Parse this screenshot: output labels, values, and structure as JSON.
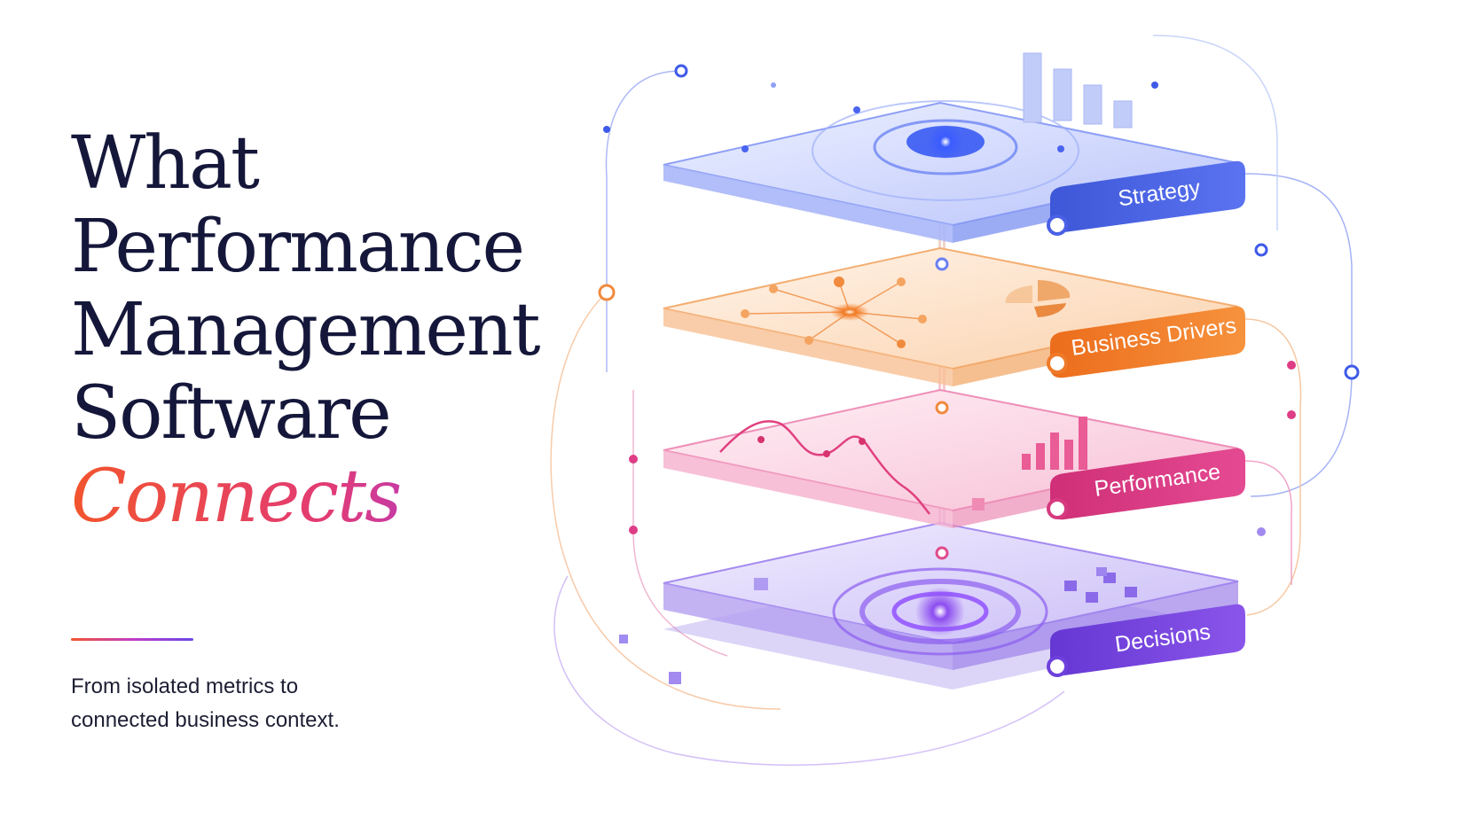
{
  "headline": {
    "lines": [
      "What",
      "Performance",
      "Management",
      "Software"
    ],
    "accent": "Connects"
  },
  "subtitle": {
    "lines": [
      "From isolated metrics to",
      "connected business context."
    ]
  },
  "layers": [
    {
      "label": "Strategy",
      "color": "#4a5fe0"
    },
    {
      "label": "Business Drivers",
      "color": "#f07f2e"
    },
    {
      "label": "Performance",
      "color": "#de3d86"
    },
    {
      "label": "Decisions",
      "color": "#7a45df"
    }
  ]
}
